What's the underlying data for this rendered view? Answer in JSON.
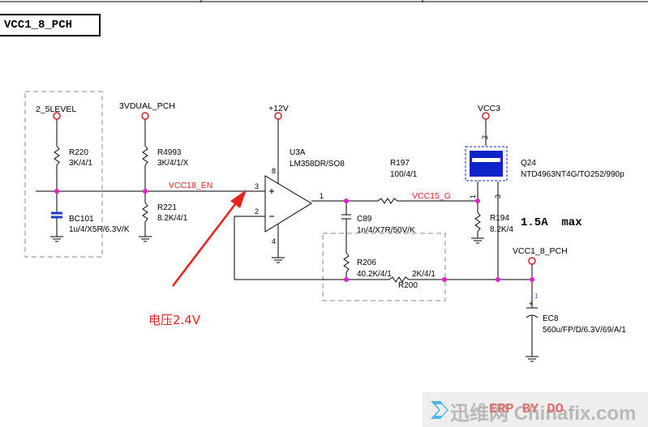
{
  "sheet": {
    "title": "VCC1_8_PCH"
  },
  "nets": {
    "level": "2_5LEVEL",
    "dual": "3VDUAL_PCH",
    "vcc12": "+12V",
    "vcc3": "VCC3",
    "vcc18_en": "VCC18_EN",
    "vcc15_g": "VCC15_G",
    "out": "VCC1_8_PCH"
  },
  "components": {
    "r220": {
      "ref": "R220",
      "value": "3K/4/1"
    },
    "r4993": {
      "ref": "R4993",
      "value": "3K/4/1/X"
    },
    "r221": {
      "ref": "R221",
      "value": "8.2K/4/1"
    },
    "bc101": {
      "ref": "BC101",
      "value": "1u/4/X5R/6.3V/K"
    },
    "u3a": {
      "ref": "U3A",
      "value": "LM358DR/SO8"
    },
    "r197": {
      "ref": "R197",
      "value": "100/4/1"
    },
    "q24": {
      "ref": "Q24",
      "value": "NTD4963NT4G/TO252/990p"
    },
    "r194": {
      "ref": "R194",
      "value": "8.2K/4"
    },
    "c89": {
      "ref": "C89",
      "value": "1n/4/X7R/50V/K"
    },
    "r206": {
      "ref": "R206",
      "value": "40.2K/4/1"
    },
    "r200": {
      "ref": "R200",
      "value": "2K/4/1"
    },
    "ec8": {
      "ref": "EC8",
      "value": "560u/FP/D/6.3V/69/A/1"
    }
  },
  "pins": {
    "u3": [
      "3",
      "2",
      "1",
      "8",
      "4"
    ],
    "q24": [
      "2",
      "1",
      "3"
    ],
    "ec8": "1"
  },
  "annotations": {
    "current": "1.5A  max",
    "voltage_note": "电压2.4V"
  },
  "watermark": {
    "site": "迅维网 Chinafix.com",
    "overlay": "ERP BY DO"
  },
  "colors": {
    "net_label": "#e8231e",
    "dot": "#e81ec8",
    "pin": "#c8282d",
    "q24_fill": "#0f24c8",
    "annotation": "#e8231e"
  }
}
